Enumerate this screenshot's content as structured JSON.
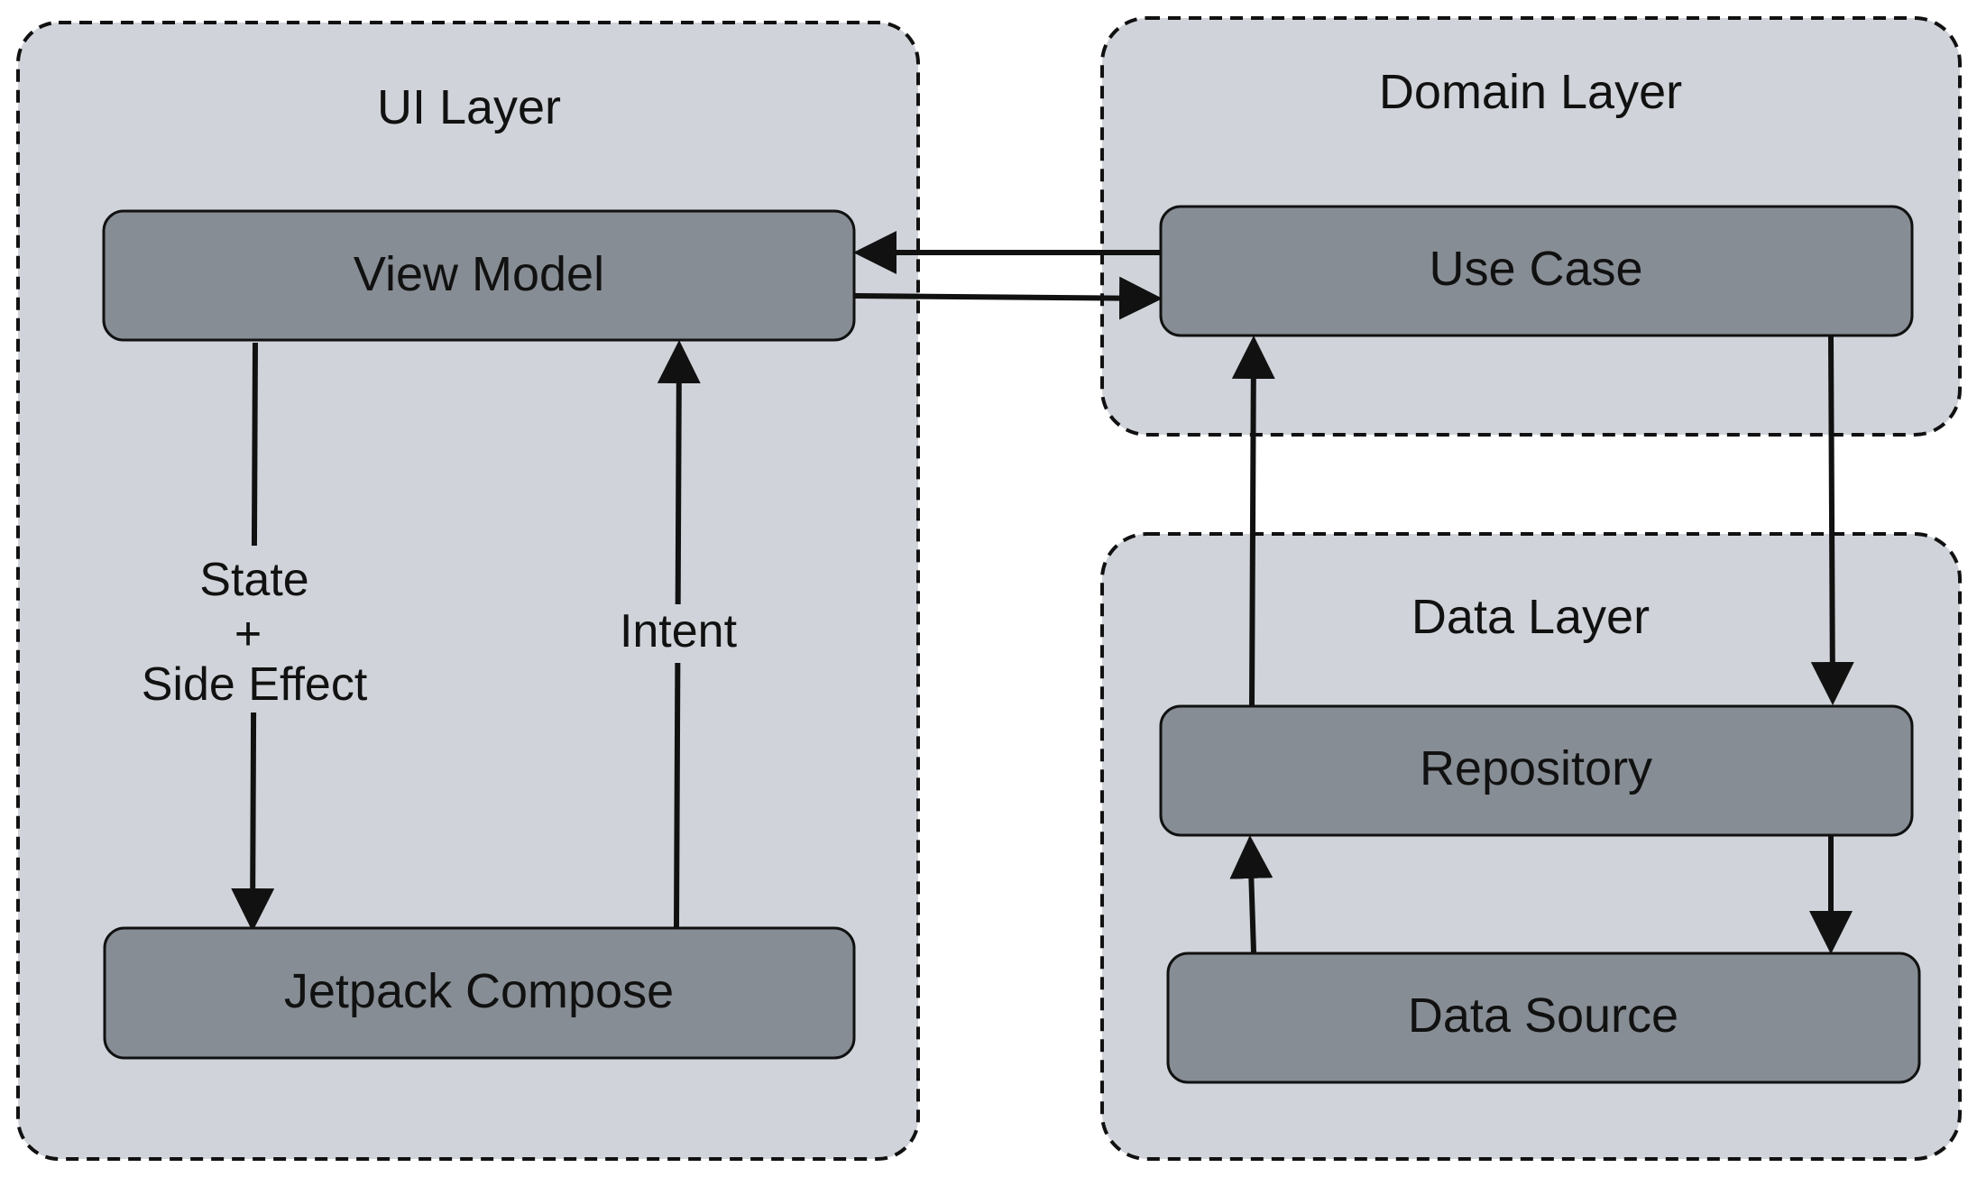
{
  "colors": {
    "layer_fill": "#d0d4da",
    "node_fill": "#878d94",
    "stroke": "#111111",
    "background": "#ffffff"
  },
  "layers": {
    "ui": {
      "title": "UI Layer"
    },
    "domain": {
      "title": "Domain Layer"
    },
    "data": {
      "title": "Data Layer"
    }
  },
  "nodes": {
    "view_model": "View Model",
    "jetpack_compose": "Jetpack Compose",
    "use_case": "Use Case",
    "repository": "Repository",
    "data_source": "Data Source"
  },
  "edges": {
    "state_side_effect": {
      "line1": "State",
      "line2": "+",
      "line3": "Side Effect"
    },
    "intent": "Intent"
  }
}
